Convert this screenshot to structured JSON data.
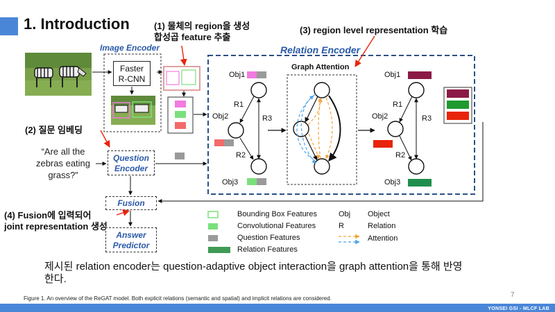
{
  "slide": {
    "title": "1. Introduction",
    "page_number": "7",
    "footer": "YONSEI GSI - MLCF LAB",
    "body_text_line1": "제시된 relation encoder는 question-adaptive  object interaction을 graph attention을 통해 반영",
    "body_text_line2": "한다.",
    "figure_caption": "Figure 1. An overview of the ReGAT model. Both explicit relations (semantic and spatial) and implicit relations are considered."
  },
  "annotations": {
    "step1_line1": "(1) 물체의 region을 생성",
    "step1_line2": "합성곱 feature 추출",
    "step2": "(2) 질문 임베딩",
    "step3": "(3) region level representation 학습",
    "step4_line1": "(4) Fusion에 입력되어",
    "step4_line2": "joint representation 생성"
  },
  "diagram": {
    "image_encoder_title": "Image Encoder",
    "relation_encoder_title": "Relation Encoder",
    "graph_attention_title": "Graph Attention",
    "faster_rcnn_line1": "Faster",
    "faster_rcnn_line2": "R-CNN",
    "question_line1": "“Are all the",
    "question_line2": "zebras eating",
    "question_line3": "grass?”",
    "question_encoder_line1": "Question",
    "question_encoder_line2": "Encoder",
    "fusion": "Fusion",
    "answer_predictor_line1": "Answer",
    "answer_predictor_line2": "Predictor",
    "left_graph": {
      "obj1": "Obj1",
      "obj2": "Obj2",
      "obj3": "Obj3",
      "r1": "R1",
      "r2": "R2",
      "r3": "R3"
    },
    "right_graph": {
      "obj1": "Obj1",
      "obj2": "Obj2",
      "obj3": "Obj3",
      "r1": "R1",
      "r2": "R2",
      "r3": "R3"
    }
  },
  "legend": {
    "bbox": "Bounding Box  Features",
    "conv": "Convolutional  Features",
    "question": "Question  Features",
    "relation": "Relation  Features",
    "obj_key": "Obj",
    "obj_val": "Object",
    "r_key": "R",
    "r_val": "Relation",
    "attention": "Attention"
  },
  "colors": {
    "accent": "#4a86d8",
    "encoder_title": "#2a5aa8",
    "bbox_green": "#7be07b",
    "conv_green": "#7be07b",
    "question_gray": "#9a9a9a",
    "relation_green": "#3e9a55",
    "obj_pink": "#f27ae0",
    "obj1_maroon": "#8b1a47",
    "obj2_red": "#e8240c",
    "obj3_green": "#1f8f4e",
    "attention_orange": "#f2a33a",
    "attention_blue": "#4aa3e8"
  },
  "icons": [
    "zebra-photo",
    "detected-regions-photo",
    "arrow-icon"
  ]
}
